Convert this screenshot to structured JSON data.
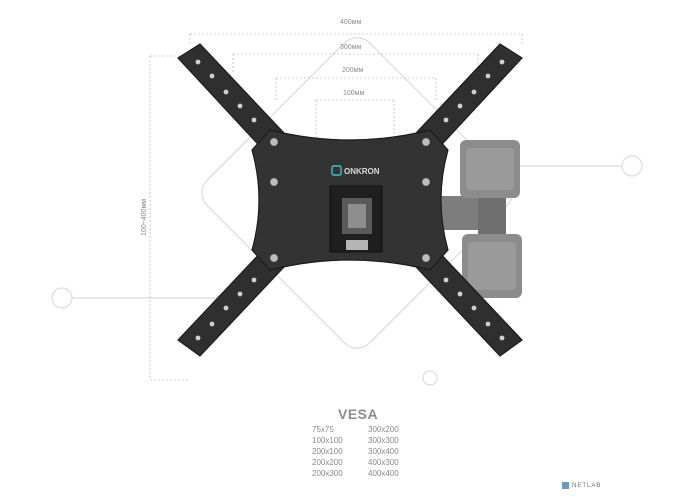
{
  "dimensions": {
    "width_400": "400мм",
    "width_300": "300мм",
    "width_200": "200мм",
    "width_100": "100мм",
    "height_range": "100~400мм"
  },
  "plate_brand": "ONKRON",
  "vesa": {
    "title": "VESA",
    "sizes": [
      "75x75",
      "300x200",
      "100x100",
      "300x300",
      "200x100",
      "300x400",
      "200x200",
      "400x300",
      "200x300",
      "400x400"
    ]
  },
  "watermark_logo": "NETLAB",
  "colors": {
    "mount_body": "#2f2f2f",
    "mount_edge": "#1c1c1c",
    "arm_gray": "#8c8c8c",
    "brand_teal": "#3fc1c9",
    "dim_line": "#a8a8a8"
  },
  "icons": [
    "onkron-logo-icon",
    "netlab-logo-icon"
  ]
}
